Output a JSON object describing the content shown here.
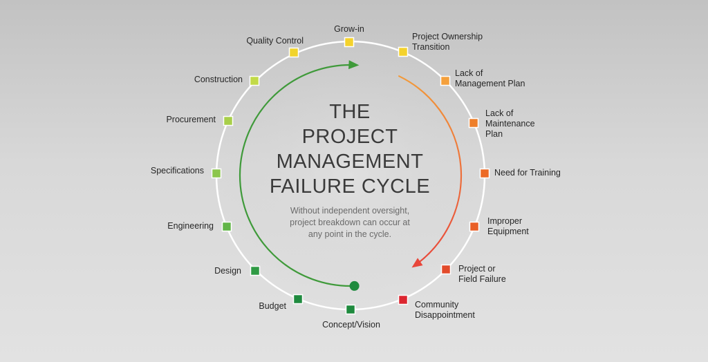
{
  "diagram": {
    "title_lines": [
      "THE",
      "PROJECT",
      "MANAGEMENT",
      "FAILURE CYCLE"
    ],
    "subtitle_lines": [
      "Without independent oversight,",
      "project breakdown can occur at",
      "any point in the cycle."
    ],
    "colors": {
      "ring": "#ffffff",
      "arrow_green": "#3f9a3a",
      "arrow_orange_start": "#f29a3a",
      "arrow_red_end": "#e8463a"
    },
    "stages": [
      {
        "lines": [
          "Grow-in"
        ],
        "color": "#f4d22c"
      },
      {
        "lines": [
          "Project Ownership",
          "Transition"
        ],
        "color": "#f4d22c"
      },
      {
        "lines": [
          "Lack of",
          "Management Plan"
        ],
        "color": "#f4a03c"
      },
      {
        "lines": [
          "Lack of",
          "Maintenance",
          "Plan"
        ],
        "color": "#ee7f2a"
      },
      {
        "lines": [
          "Need for Training"
        ],
        "color": "#ec6a26"
      },
      {
        "lines": [
          "Improper",
          "Equipment"
        ],
        "color": "#e95f26"
      },
      {
        "lines": [
          "Project or",
          "Field Failure"
        ],
        "color": "#e24b2b"
      },
      {
        "lines": [
          "Community",
          "Disappointment"
        ],
        "color": "#dc2630"
      },
      {
        "lines": [
          "Concept/Vision"
        ],
        "color": "#1f8a3e"
      },
      {
        "lines": [
          "Budget"
        ],
        "color": "#1f8a3e"
      },
      {
        "lines": [
          "Design"
        ],
        "color": "#2f9a44"
      },
      {
        "lines": [
          "Engineering"
        ],
        "color": "#62b548"
      },
      {
        "lines": [
          "Specifications"
        ],
        "color": "#8cc64c"
      },
      {
        "lines": [
          "Procurement"
        ],
        "color": "#a8cf4a"
      },
      {
        "lines": [
          "Construction"
        ],
        "color": "#c2da48"
      },
      {
        "lines": [
          "Quality Control"
        ],
        "color": "#f1d42c"
      }
    ]
  }
}
